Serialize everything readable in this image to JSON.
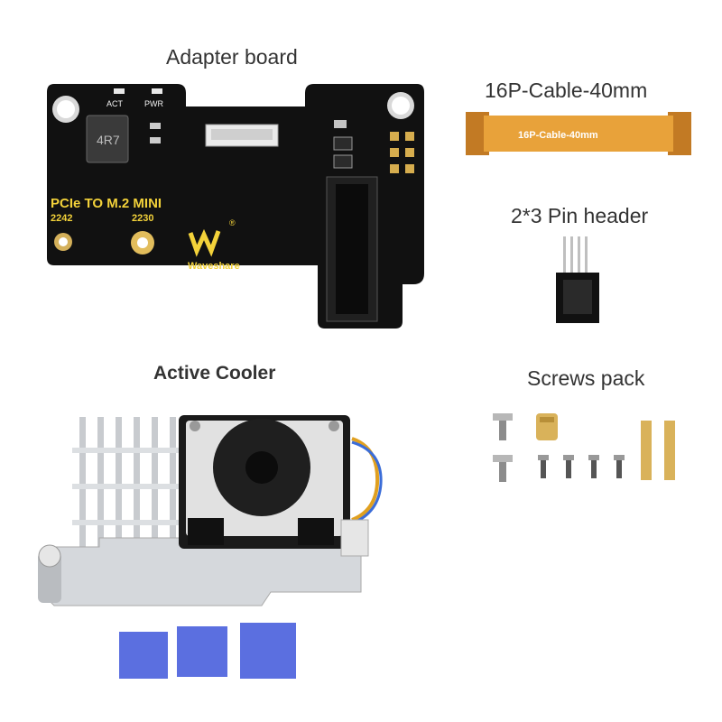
{
  "labels": {
    "adapter_board": "Adapter board",
    "cable": "16P-Cable-40mm",
    "pin_header": "2*3 Pin header",
    "active_cooler": "Active Cooler",
    "screws_pack": "Screws pack"
  },
  "board_silkscreen": {
    "act": "ACT",
    "pwr": "PWR",
    "inductor": "4R7",
    "title": "PCIe TO M.2 MINI",
    "size_a": "2242",
    "size_b": "2230",
    "brand": "Waveshare",
    "registered": "®"
  },
  "cable_print": "16P-Cable-40mm",
  "colors": {
    "pcb": "#111111",
    "silkscreen_yellow": "#f3d23a",
    "cable_orange": "#e8a23a",
    "heatsink": "#cfd2d6",
    "thermal_pad": "#5b6fe0",
    "brass": "#d9b25a"
  }
}
